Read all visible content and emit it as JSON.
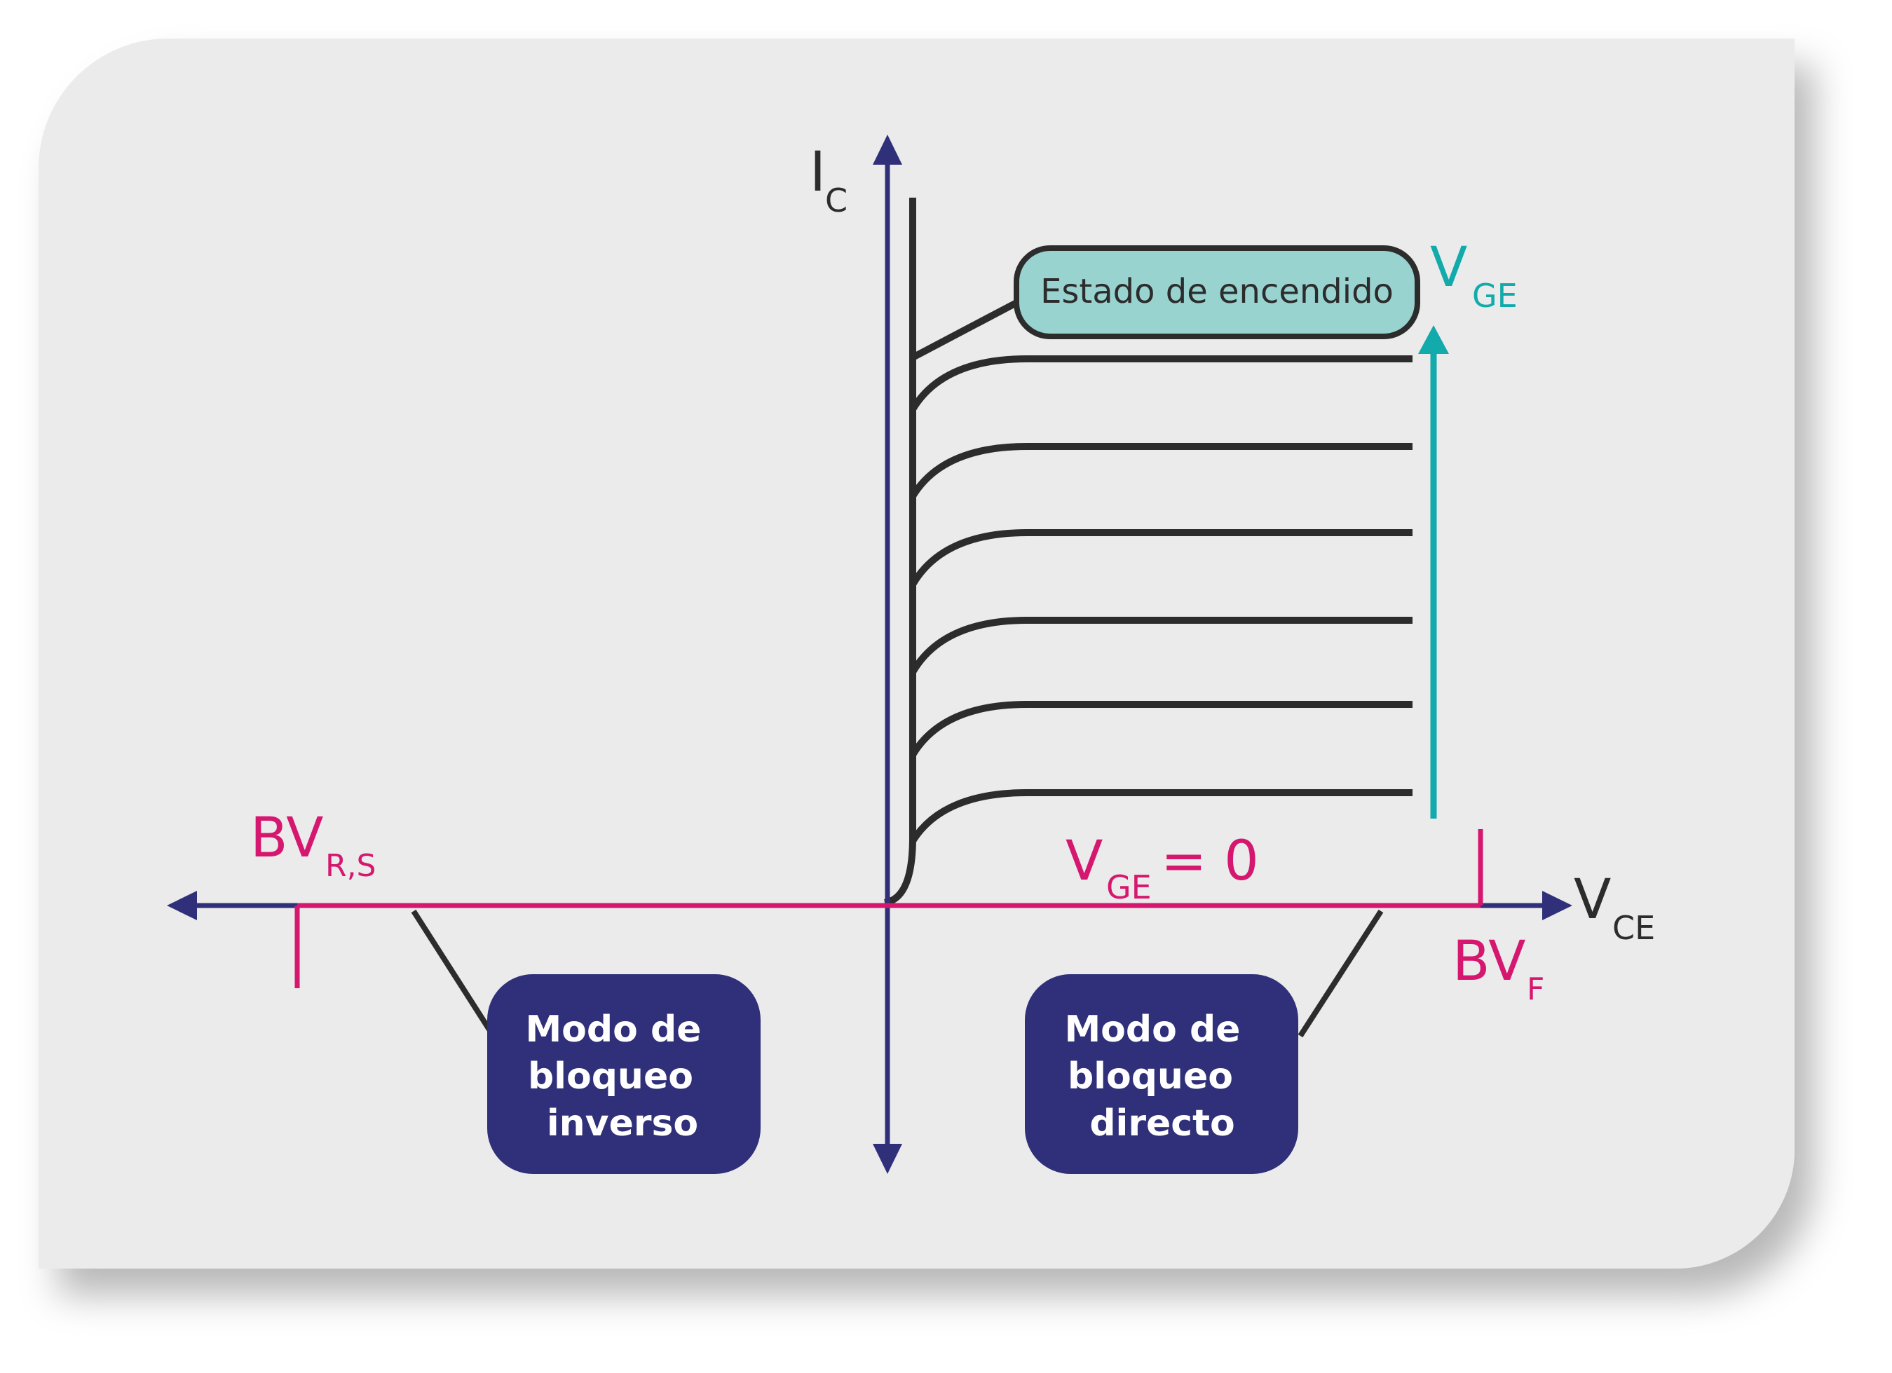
{
  "colors": {
    "card": "#ebebeb",
    "axis": "#30307a",
    "curve": "#2c2c2c",
    "magenta": "#d6176f",
    "teal": "#12aaaa",
    "on_state_fill": "#99d3d0",
    "box_fill": "#30307a"
  },
  "axes": {
    "y_label": {
      "main": "I",
      "sub": "C"
    },
    "x_label": {
      "main": "V",
      "sub": "CE"
    }
  },
  "vge_arrow_label": {
    "main": "V",
    "sub": "GE"
  },
  "vge_zero_label": {
    "main": "V",
    "sub": "GE",
    "rest": "= 0"
  },
  "bv_reverse_label": {
    "main": "BV",
    "sub": "R,S"
  },
  "bv_forward_label": {
    "main": "BV",
    "sub": "F"
  },
  "on_state_label": "Estado de encendido",
  "reverse_blocking_box": [
    "Modo de",
    "bloqueo",
    "inverso"
  ],
  "forward_blocking_box": [
    "Modo de",
    "bloqueo",
    "directo"
  ],
  "icon_names": [
    "arrow-up-icon",
    "arrow-down-icon",
    "arrow-left-icon",
    "arrow-right-icon",
    "teal-arrow-up-icon"
  ]
}
